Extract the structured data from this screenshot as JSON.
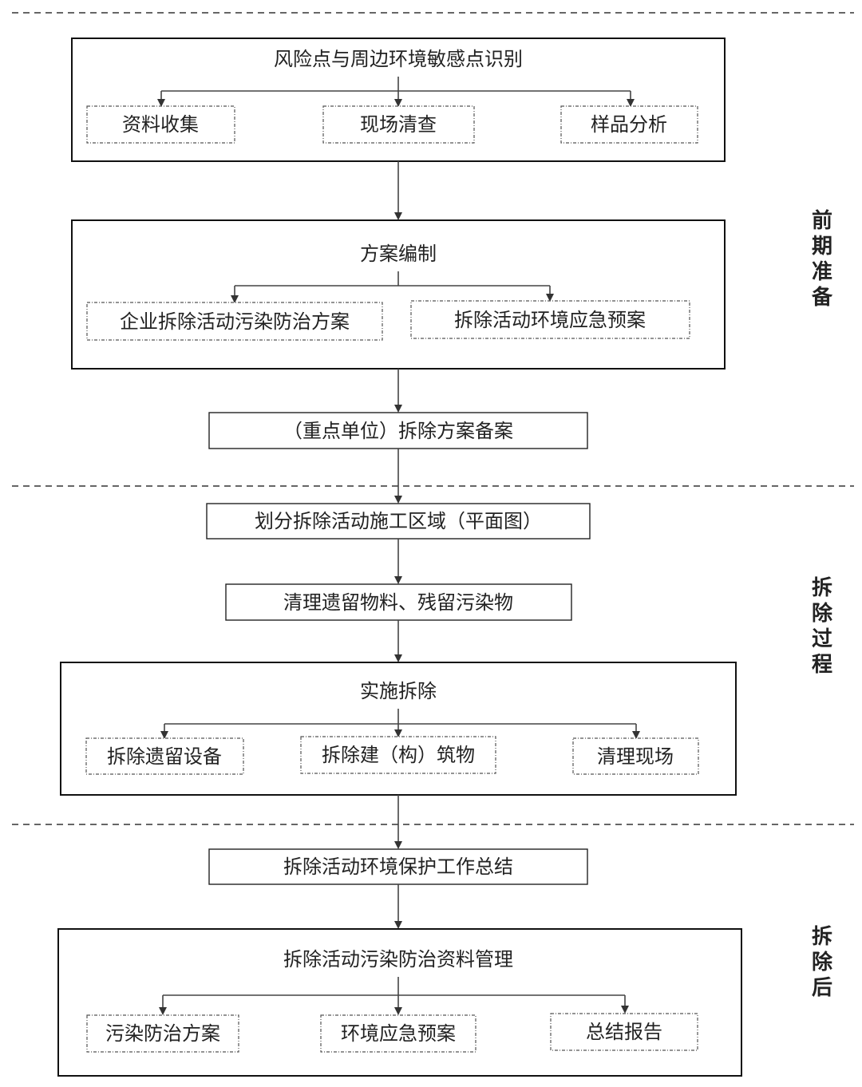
{
  "phases": [
    {
      "label": [
        "前",
        "期",
        "准",
        "备"
      ]
    },
    {
      "label": [
        "拆",
        "除",
        "过",
        "程"
      ]
    },
    {
      "label": [
        "拆",
        "除",
        "后"
      ]
    }
  ],
  "group1": {
    "title": "风险点与周边环境敏感点识别",
    "items": [
      "资料收集",
      "现场清查",
      "样品分析"
    ]
  },
  "group2": {
    "title": "方案编制",
    "items": [
      "企业拆除活动污染防治方案",
      "拆除活动环境应急预案"
    ]
  },
  "step_filing": "（重点单位）拆除方案备案",
  "step_zoning": "划分拆除活动施工区域（平面图）",
  "step_cleanup": "清理遗留物料、残留污染物",
  "group3": {
    "title": "实施拆除",
    "items": [
      "拆除遗留设备",
      "拆除建（构）筑物",
      "清理现场"
    ]
  },
  "step_summary": "拆除活动环境保护工作总结",
  "group4": {
    "title": "拆除活动污染防治资料管理",
    "items": [
      "污染防治方案",
      "环境应急预案",
      "总结报告"
    ]
  }
}
